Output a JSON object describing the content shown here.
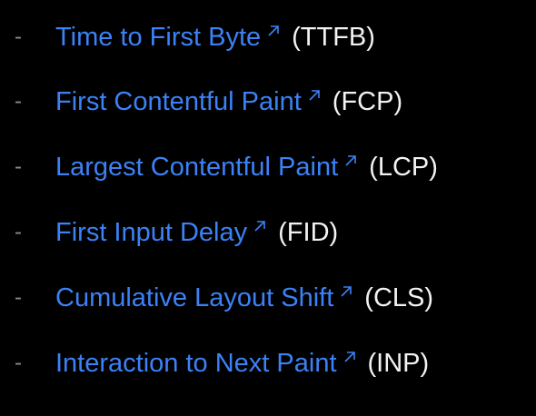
{
  "colors": {
    "background": "#000000",
    "link": "#3b82f6",
    "text": "#f2f2f2",
    "bullet": "#8a8a8a"
  },
  "metrics": [
    {
      "bullet": "-",
      "label": "Time to First Byte",
      "abbr": "(TTFB)",
      "icon": "external-link-icon"
    },
    {
      "bullet": "-",
      "label": "First Contentful Paint",
      "abbr": "(FCP)",
      "icon": "external-link-icon"
    },
    {
      "bullet": "-",
      "label": "Largest Contentful Paint",
      "abbr": "(LCP)",
      "icon": "external-link-icon"
    },
    {
      "bullet": "-",
      "label": "First Input Delay",
      "abbr": "(FID)",
      "icon": "external-link-icon"
    },
    {
      "bullet": "-",
      "label": "Cumulative Layout Shift",
      "abbr": "(CLS)",
      "icon": "external-link-icon"
    },
    {
      "bullet": "-",
      "label": "Interaction to Next Paint",
      "abbr": "(INP)",
      "icon": "external-link-icon"
    }
  ]
}
